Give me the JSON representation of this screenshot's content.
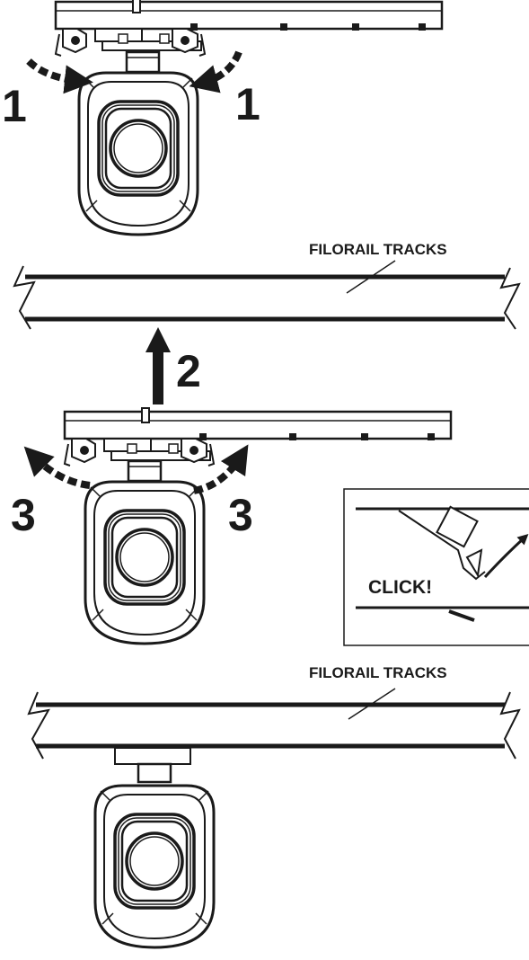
{
  "steps": {
    "release_left": "1",
    "release_right": "1",
    "lift": "2",
    "lock_left": "3",
    "lock_right": "3"
  },
  "track_label_top": "FILORAIL TRACKS",
  "track_label_bottom": "FILORAIL TRACKS",
  "detail": {
    "click_label": "CLICK!"
  },
  "colors": {
    "line": "#1a1a1a",
    "background": "#ffffff"
  }
}
